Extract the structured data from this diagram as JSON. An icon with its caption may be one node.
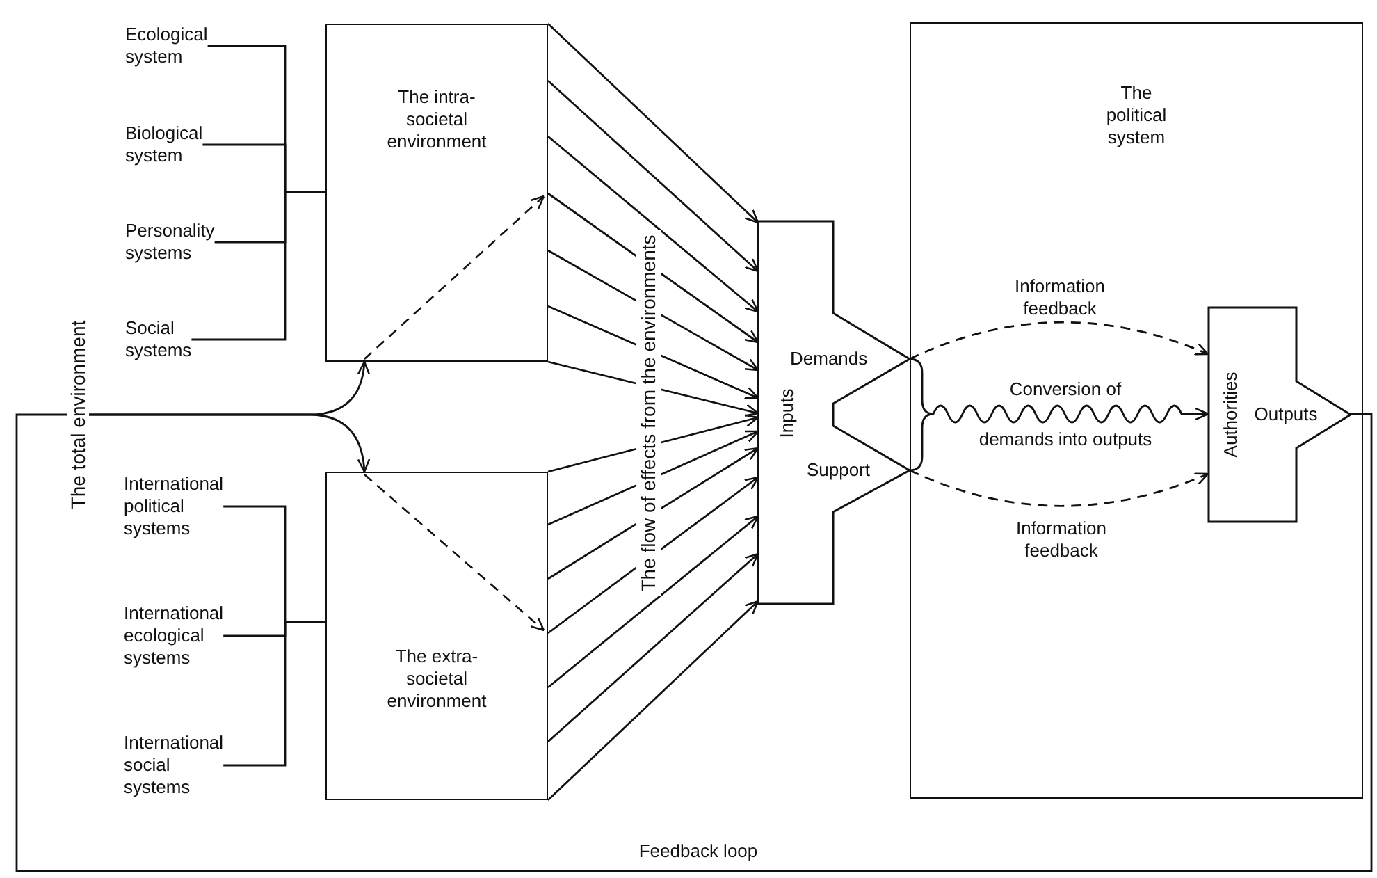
{
  "diagram": {
    "nodes": [
      {
        "text": [
          "Ecological system"
        ]
      },
      {
        "text": [
          "Biological system"
        ]
      },
      {
        "text": [
          "Personality systems"
        ]
      },
      {
        "text": [
          "Social systems"
        ]
      },
      {
        "text": [
          "The intra-societal environment"
        ]
      },
      {
        "text": [
          "The total environment"
        ]
      },
      {
        "text": [
          "International political systems"
        ]
      },
      {
        "text": [
          "International ecological systems"
        ]
      },
      {
        "text": [
          "International social systems"
        ]
      },
      {
        "text": [
          "The extra-societal environment"
        ]
      },
      {
        "text": [
          "Inputs",
          "Demands",
          "Support"
        ]
      },
      {
        "text": [
          "The political system"
        ]
      },
      {
        "text": [
          "Authorities",
          "Outputs"
        ],
        "in": 11
      }
    ],
    "edges": [
      {
        "from": 0,
        "to": 4,
        "arrow": "none"
      },
      {
        "from": 1,
        "to": 4,
        "arrow": "none"
      },
      {
        "from": 2,
        "to": 4,
        "arrow": "none"
      },
      {
        "from": 3,
        "to": 4,
        "arrow": "none"
      },
      {
        "from": 6,
        "to": 9,
        "arrow": "none"
      },
      {
        "from": 7,
        "to": 9,
        "arrow": "none"
      },
      {
        "from": 8,
        "to": 9,
        "arrow": "none"
      },
      {
        "from": 5,
        "to": 4,
        "arrow": "to"
      },
      {
        "from": 5,
        "to": 9,
        "arrow": "to"
      },
      {
        "from": 4,
        "to": 10,
        "arrow": "to"
      },
      {
        "from": 4,
        "to": 10,
        "arrow": "to"
      },
      {
        "from": 4,
        "to": 10,
        "arrow": "to"
      },
      {
        "from": 4,
        "to": 10,
        "arrow": "to"
      },
      {
        "from": 4,
        "to": 10,
        "arrow": "to"
      },
      {
        "from": 4,
        "to": 10,
        "arrow": "to"
      },
      {
        "from": 4,
        "to": 10,
        "arrow": "to"
      },
      {
        "from": 9,
        "to": 10,
        "arrow": "to"
      },
      {
        "from": 9,
        "to": 10,
        "arrow": "to"
      },
      {
        "from": 9,
        "to": 10,
        "arrow": "to"
      },
      {
        "from": 9,
        "to": 10,
        "arrow": "to"
      },
      {
        "from": 9,
        "to": 10,
        "arrow": "to"
      },
      {
        "from": 9,
        "to": 10,
        "arrow": "to"
      },
      {
        "from": 9,
        "to": 10,
        "arrow": "to"
      },
      {
        "from": 10,
        "to": 12,
        "arrow": "to",
        "style": "dashed",
        "label": "Information feedback"
      },
      {
        "from": 10,
        "to": 12,
        "arrow": "to",
        "label": "Conversion of demands into outputs"
      },
      {
        "from": 10,
        "to": 12,
        "arrow": "to",
        "style": "dashed",
        "label": "Information feedback"
      },
      {
        "from": 12,
        "to": 5,
        "arrow": "none",
        "label": "Feedback loop"
      }
    ],
    "labels": [
      "The flow of effects from the environments"
    ]
  }
}
